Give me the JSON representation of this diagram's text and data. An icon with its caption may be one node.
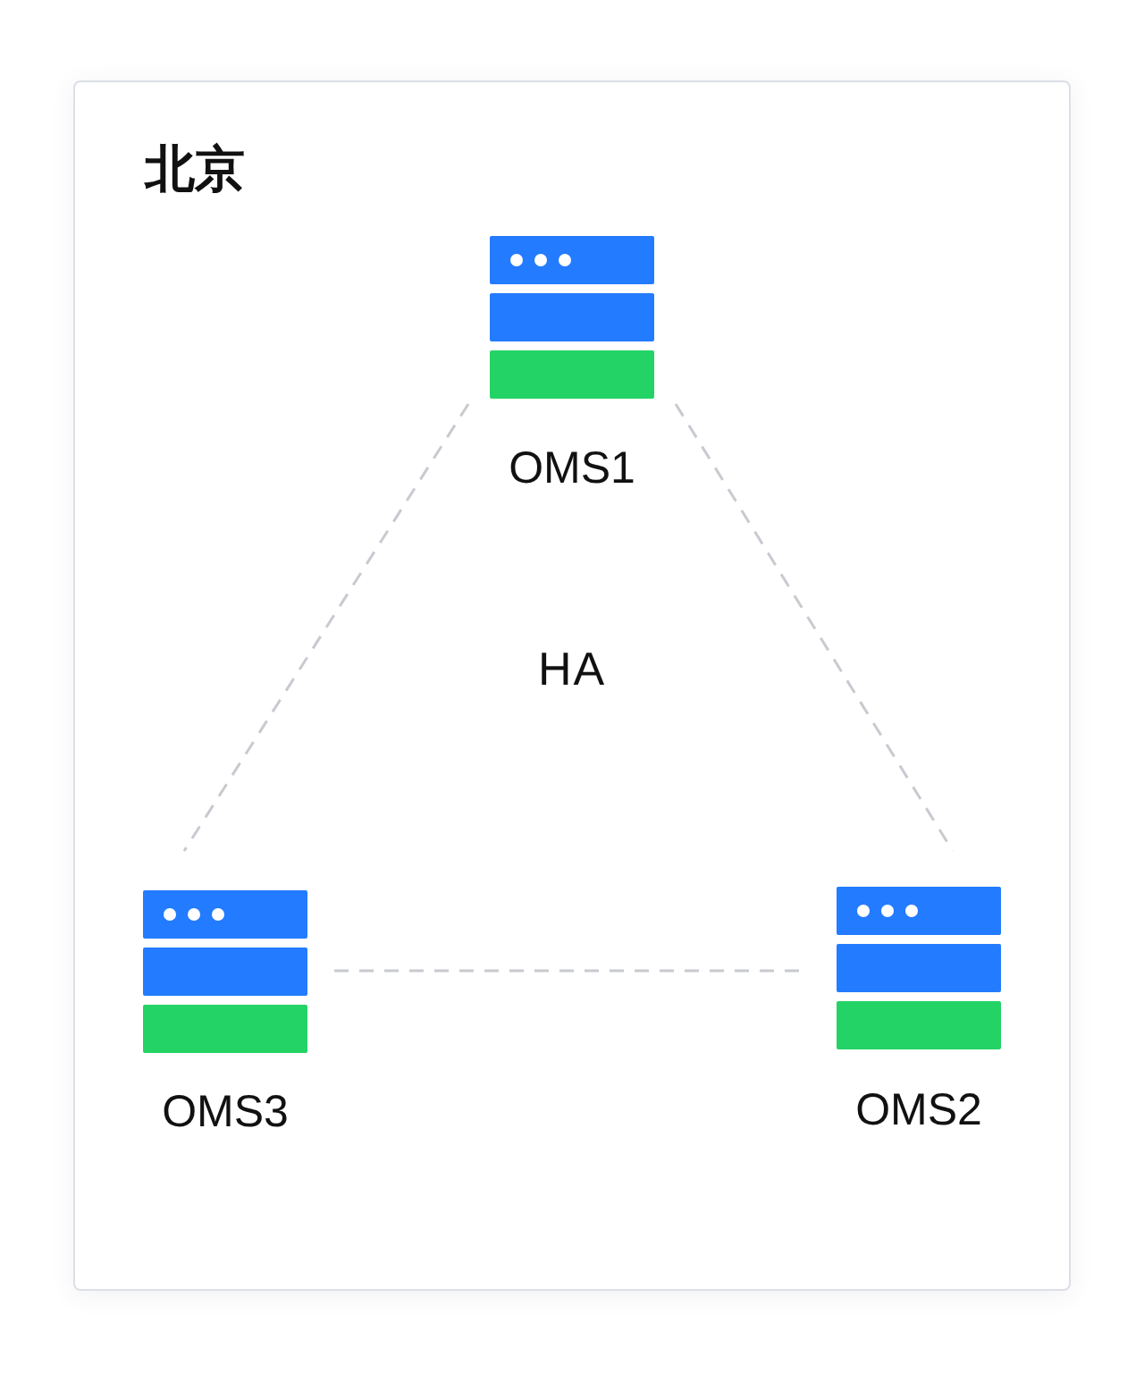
{
  "diagram": {
    "nodes": [
      {
        "text": [
          "北京"
        ]
      },
      {
        "text": [
          "OMS1"
        ],
        "in": 0
      },
      {
        "text": [
          "OMS3"
        ],
        "in": 0
      },
      {
        "text": [
          "OMS2"
        ],
        "in": 0
      }
    ],
    "edges": [
      {
        "from": 1,
        "to": 2,
        "arrow": "none",
        "style": "dashed"
      },
      {
        "from": 1,
        "to": 3,
        "arrow": "none",
        "style": "dashed"
      },
      {
        "from": 2,
        "to": 3,
        "arrow": "none",
        "style": "dashed"
      }
    ],
    "labels": [
      "HA"
    ]
  }
}
